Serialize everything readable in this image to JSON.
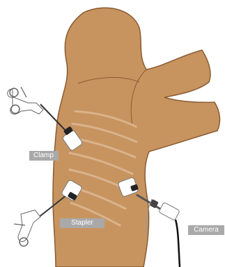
{
  "labels": {
    "clamp": "Clamp",
    "stapler": "Stapler",
    "camera": "Camera"
  },
  "colors": {
    "skin": "#c79460",
    "skin_outline": "#8a5a30",
    "skin_line": "#d9b38c",
    "callout_bg": "#a9a9a9",
    "instrument_body": "#ffffff",
    "instrument_shaft": "#333333"
  }
}
